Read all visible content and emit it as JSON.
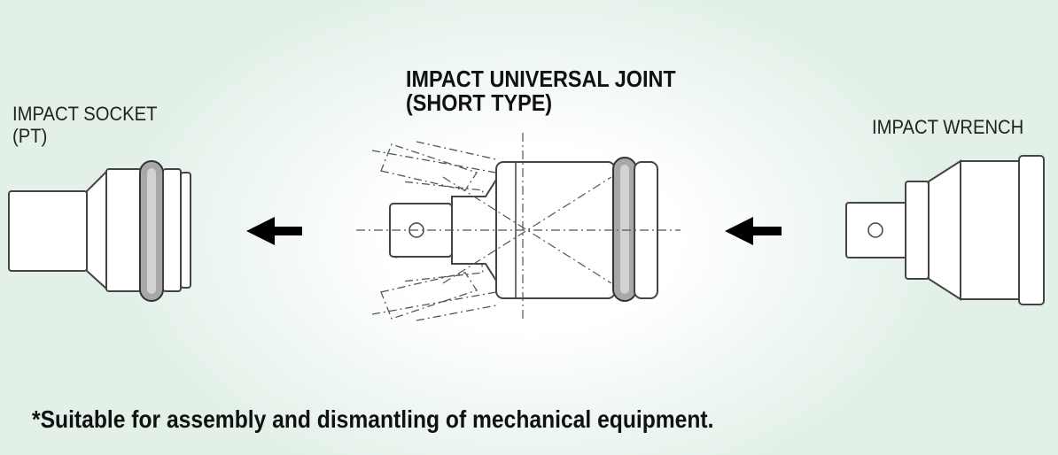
{
  "labels": {
    "socket_line1": "IMPACT SOCKET",
    "socket_line2": "(PT)",
    "joint_line1": "IMPACT UNIVERSAL JOINT",
    "joint_line2": "(SHORT TYPE)",
    "wrench": "IMPACT WRENCH"
  },
  "note": "*Suitable for assembly and dismantling of mechanical equipment.",
  "icons": [
    "arrow-left-icon",
    "arrow-left-icon"
  ],
  "colors": {
    "outline": "#444444",
    "ring": "#a8a8a8",
    "arrow": "#000000",
    "background_edge": "#e2f0e8"
  }
}
